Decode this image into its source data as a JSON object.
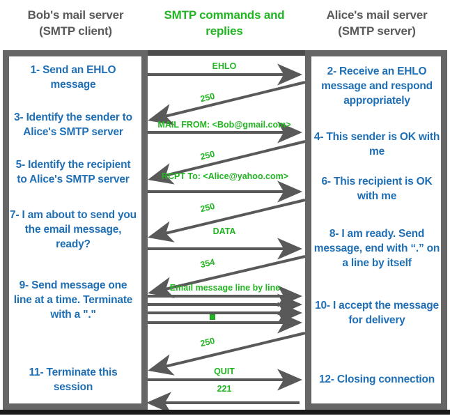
{
  "headings": {
    "left": "Bob's mail server\n(SMTP client)",
    "left_line1": "Bob's mail server",
    "left_line2": "(SMTP client)",
    "center_line1": "SMTP commands and",
    "center_line2": "replies",
    "right_line1": "Alice's mail server",
    "right_line2": "(SMTP server)"
  },
  "colors": {
    "green": "#22b422",
    "blue": "#1f6fb5",
    "gray_text": "#595959",
    "border_gray": "#666666",
    "arrow_gray": "#595959",
    "frame_dark": "#4d4d4d",
    "bottom_bar": "#1a1a1a",
    "white": "#ffffff"
  },
  "client_steps": [
    {
      "id": "step-1",
      "text": "1- Send an EHLO message"
    },
    {
      "id": "step-3",
      "text": "3- Identify the sender to Alice's SMTP server"
    },
    {
      "id": "step-5",
      "text": "5- Identify the recipient to Alice's SMTP server"
    },
    {
      "id": "step-7",
      "text": "7- I am about to send you the email message, ready?"
    },
    {
      "id": "step-9",
      "text": "9- Send message one line at a time. Terminate with a \".\""
    },
    {
      "id": "step-11",
      "text": "11- Terminate this session"
    }
  ],
  "server_steps": [
    {
      "id": "step-2",
      "text": "2- Receive an EHLO message and respond appropriately"
    },
    {
      "id": "step-4",
      "text": "4- This sender is OK with me"
    },
    {
      "id": "step-6",
      "text": "6- This recipient is OK with me"
    },
    {
      "id": "step-8",
      "text": "8-  I am ready. Send message, end with “.” on a line by itself"
    },
    {
      "id": "step-10",
      "text": "10-  I accept the message for delivery"
    },
    {
      "id": "step-12",
      "text": "12-  Closing connection"
    }
  ],
  "messages": [
    {
      "id": "msg-ehlo",
      "text": "EHLO",
      "direction": "client-to-server",
      "kind": "command"
    },
    {
      "id": "msg-250-a",
      "text": "250",
      "direction": "server-to-client",
      "kind": "reply"
    },
    {
      "id": "msg-mail-from",
      "text": "MAIL FROM: <Bob@gmail.com>",
      "direction": "client-to-server",
      "kind": "command"
    },
    {
      "id": "msg-250-b",
      "text": "250",
      "direction": "server-to-client",
      "kind": "reply"
    },
    {
      "id": "msg-rcpt-to",
      "text": "RCPT To: <Alice@yahoo.com>",
      "direction": "client-to-server",
      "kind": "command"
    },
    {
      "id": "msg-250-c",
      "text": "250",
      "direction": "server-to-client",
      "kind": "reply"
    },
    {
      "id": "msg-data",
      "text": "DATA",
      "direction": "client-to-server",
      "kind": "command"
    },
    {
      "id": "msg-354",
      "text": "354",
      "direction": "server-to-client",
      "kind": "reply"
    },
    {
      "id": "msg-body",
      "text": "Email message line by line",
      "direction": "client-to-server",
      "kind": "command"
    },
    {
      "id": "msg-250-d",
      "text": "250",
      "direction": "server-to-client",
      "kind": "reply"
    },
    {
      "id": "msg-quit",
      "text": "QUIT",
      "direction": "client-to-server",
      "kind": "command"
    },
    {
      "id": "msg-221",
      "text": "221",
      "direction": "server-to-client",
      "kind": "reply"
    }
  ],
  "body_lines": {
    "count": 4,
    "terminator_marker": "green-square"
  }
}
